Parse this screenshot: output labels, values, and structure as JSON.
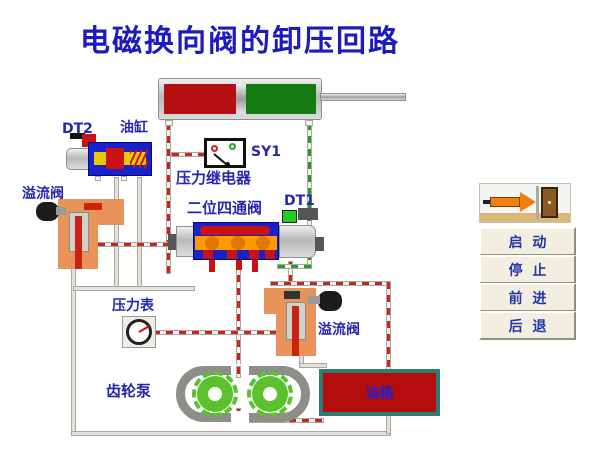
{
  "title": "电磁换向阀的卸压回路",
  "diagram": {
    "labels": {
      "dt2": "DT2",
      "cylinder": "油缸",
      "relief_left": "溢流阀",
      "sy1": "SY1",
      "pressure_relay": "压力继电器",
      "four_way_valve": "二位四通阀",
      "dt1": "DT1",
      "pressure_gauge": "压力表",
      "relief_right": "溢流阀",
      "gear_pump": "齿轮泵",
      "oil_tank": "油箱"
    }
  },
  "controls": {
    "exit_icon": "exit-door",
    "buttons": [
      {
        "label": "启  动"
      },
      {
        "label": "停  止"
      },
      {
        "label": "前  进"
      },
      {
        "label": "后  退"
      }
    ]
  },
  "colors": {
    "title_blue": "#1b1bc0",
    "label_blue": "#2628b0",
    "valve_body_blue": "#1822c8",
    "relief_body_orange": "#e8935a",
    "oil_red": "#b50d0d",
    "tank_border_teal": "#2e7d74",
    "gear_green": "#5bc22e",
    "pressure_line_red": "#c2281e",
    "return_line_green": "#2a9a2a",
    "button_text_blue": "#2236a8"
  }
}
